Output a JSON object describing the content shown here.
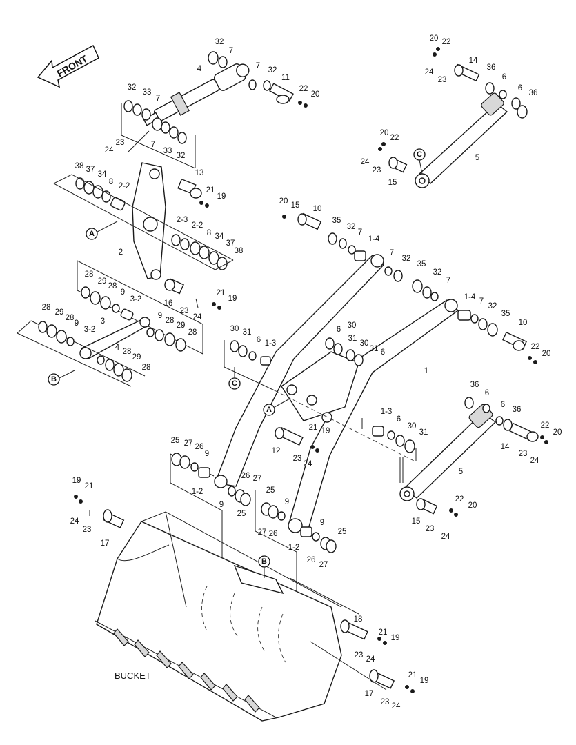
{
  "diagram": {
    "front_label": "FRONT",
    "bucket_label": "BUCKET",
    "callouts": {
      "A": "A",
      "B": "B",
      "C": "C"
    },
    "labels": {
      "p32a": "32",
      "p7a": "7",
      "p4a": "4",
      "p7b": "7",
      "p32b": "32",
      "p11": "11",
      "p22a": "22",
      "p20a": "20",
      "p32c": "32",
      "p33a": "33",
      "p7c": "7",
      "p23a": "23",
      "p24a": "24",
      "p7d": "7",
      "p33b": "33",
      "p32d": "32",
      "p13": "13",
      "p21a": "21",
      "p19a": "19",
      "p38a": "38",
      "p37a": "37",
      "p34a": "34",
      "p8a": "8",
      "p2_2a": "2-2",
      "p2_3": "2-3",
      "p2_2b": "2-2",
      "p8b": "8",
      "p34b": "34",
      "p37b": "37",
      "p38b": "38",
      "p2": "2",
      "p28a": "28",
      "p29a": "29",
      "p28b": "28",
      "p9a": "9",
      "p3_2a": "3-2",
      "p16": "16",
      "p23b": "23",
      "p24b": "24",
      "p21b": "21",
      "p19b": "19",
      "p28c": "28",
      "p29b": "29",
      "p28d": "28",
      "p9b": "9",
      "p3_2b": "3-2",
      "p3": "3",
      "p9c": "9",
      "p28e": "28",
      "p29c": "29",
      "p28f": "28",
      "p4b": "4",
      "p28g": "28",
      "p29d": "29",
      "p28h": "28",
      "p20b": "20",
      "p22b": "22",
      "p14a": "14",
      "p24c": "24",
      "p23c": "23",
      "p36a": "36",
      "p6a": "6",
      "p6b": "6",
      "p36b": "36",
      "p5a": "5",
      "p20c": "20",
      "p22c": "22",
      "p24d": "24",
      "p23d": "23",
      "p15a": "15",
      "p20d": "20",
      "p15b": "15",
      "p10a": "10",
      "p35a": "35",
      "p32e": "32",
      "p7e": "7",
      "p1_4a": "1-4",
      "p7f": "7",
      "p32f": "32",
      "p35b": "35",
      "p32g": "32",
      "p7g": "7",
      "p1_4b": "1-4",
      "p7h": "7",
      "p32h": "32",
      "p35c": "35",
      "p10b": "10",
      "p22d": "22",
      "p20e": "20",
      "p30a": "30",
      "p31a": "31",
      "p6c": "6",
      "p1_3a": "1-3",
      "p6d": "6",
      "p30b": "30",
      "p31b": "31",
      "p30c": "30",
      "p31c": "31",
      "p6e": "6",
      "p1": "1",
      "p36c": "36",
      "p6f": "6",
      "p6g": "6",
      "p36d": "36",
      "p22e": "22",
      "p20f": "20",
      "p14b": "14",
      "p23e": "23",
      "p24e": "24",
      "p1_3b": "1-3",
      "p6h": "6",
      "p30d": "30",
      "p31d": "31",
      "p5b": "5",
      "p21c": "21",
      "p19c": "19",
      "p12": "12",
      "p23f": "23",
      "p24f": "24",
      "p25a": "25",
      "p27a": "27",
      "p26a": "26",
      "p9d": "9",
      "p1_2a": "1-2",
      "p9e": "9",
      "p26b": "26",
      "p27b": "27",
      "p25b": "25",
      "p25c": "25",
      "p9f": "9",
      "p27c": "27",
      "p26c": "26",
      "p9g": "9",
      "p25d": "25",
      "p1_2b": "1-2",
      "p26d": "26",
      "p27d": "27",
      "p22f": "22",
      "p20g": "20",
      "p15c": "15",
      "p23g": "23",
      "p24g": "24",
      "p19d": "19",
      "p21d": "21",
      "p24h": "24",
      "p23h": "23",
      "p17a": "17",
      "p18": "18",
      "p21e": "21",
      "p19e": "19",
      "p23i": "23",
      "p24i": "24",
      "p17b": "17",
      "p21f": "21",
      "p19f": "19",
      "p23j": "23",
      "p24j": "24"
    }
  }
}
